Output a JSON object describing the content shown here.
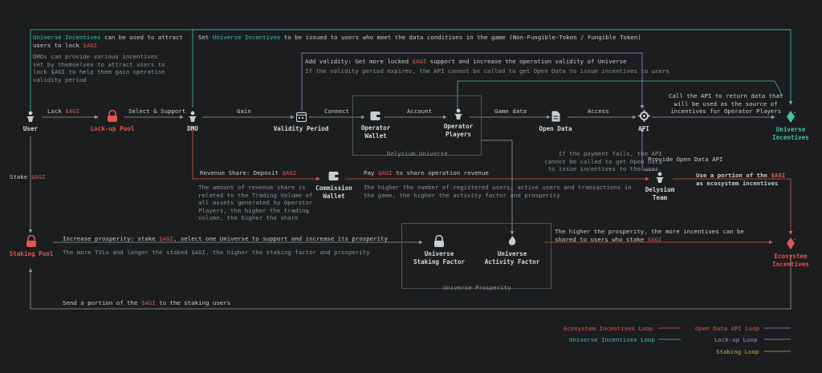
{
  "colors": {
    "background": "#1b1d1e",
    "teal": "#43c2a8",
    "red": "#e0574f",
    "purple": "#a48ad8",
    "yellow": "#d9a94a",
    "text": "#c9cdd0",
    "muted": "#8c9296"
  },
  "token": "$AGI",
  "nodes": {
    "user": "User",
    "lockup_pool": "Lock-up Pool",
    "dmo": "DMO",
    "validity_period": "Validity Period",
    "operator_wallet": "Operator\nWallet",
    "operator_players": "Operator\nPlayers",
    "open_data": "Open Data",
    "api": "API",
    "universe_incentives": "Universe\nIncentives",
    "commission_wallet": "Commission\nWallet",
    "delysium_team": "Delysium\nTeam",
    "staking_pool": "Staking Pool",
    "universe_staking_factor": "Universe\nStaking Factor",
    "universe_activity_factor": "Universe\nActivity Factor",
    "ecosystem_incentives": "Ecosystem\nIncentives"
  },
  "groups": {
    "delysium_universe": "Delysium Universe",
    "universe_prosperity": "Universe Prosperity"
  },
  "edges": {
    "lock": "Lock ",
    "select_support": "Select & Support",
    "gain": "Gain",
    "connect": "Connect",
    "account": "Account",
    "game_data": "Game data",
    "access": "Access",
    "stake": "Stake ",
    "provide_open_data_api": "Provide Open Data API"
  },
  "notes": {
    "universe_incentives_a": "Universe Incentives",
    "universe_incentives_b": " can be used to attract",
    "universe_incentives_c": "users to lock ",
    "dmo_note": [
      "DMOs can provide various incentives",
      "set by themselves to attract users to",
      "lock $AGI to help them gain operation",
      "validity period"
    ],
    "set_a": "Set ",
    "set_b": "Universe Incentives",
    "set_c": " to be issued to users who meet the data conditions in the game (Non-Fungible-Token / Fungible Token)",
    "add_validity_a": "Add validity: Get more locked ",
    "add_validity_b": " support and increase the operation validity of Universe",
    "validity_expire": "If the validity period expires, the API cannot be called to get Open Data to issue incentives to users",
    "call_api": [
      "Call the API to return data that",
      "will be used as the source of",
      "incentives for Operator Players"
    ],
    "payment_fail": [
      "If the payment fails, the API",
      "cannot be called to get Open Data",
      "to issue incentives to the user."
    ],
    "revenue_share_a": "Revenue Share: Deposit ",
    "revenue_share_note": [
      "The amount of revenue share is",
      "related to the Trading Volume of",
      "all assets generated by Operator",
      "Players, the higher the trading",
      "volume, the higher the share"
    ],
    "pay_a": "Pay ",
    "pay_b": " to share operation revenue",
    "pay_note": [
      "The higher the number of registered users, active users and transactions in",
      "the game, the higher the activity factor and prosperity"
    ],
    "use_portion_a": "Use a portion of the ",
    "use_portion_b": "as ecosystem incentives",
    "increase_a": "Increase prosperity: stake ",
    "increase_b": ", select one Universe to support and increase its prosperity",
    "tvl_a": "The more TVLs and longer the staked ",
    "tvl_b": ", the higher the staking factor and prosperity",
    "prosperity_a": "The higher the prosperity, the more incentives can be",
    "prosperity_b": "shared to users who stake ",
    "send_a": "Send a portion of the ",
    "send_b": " to the staking users"
  },
  "legend": {
    "ecosystem": "Ecosystem Incentives Loop",
    "open_data": "Open Data API Loop",
    "universe": "Universe Incentives Loop",
    "lockup": "Lock-up Loop",
    "staking": "Staking Loop"
  }
}
